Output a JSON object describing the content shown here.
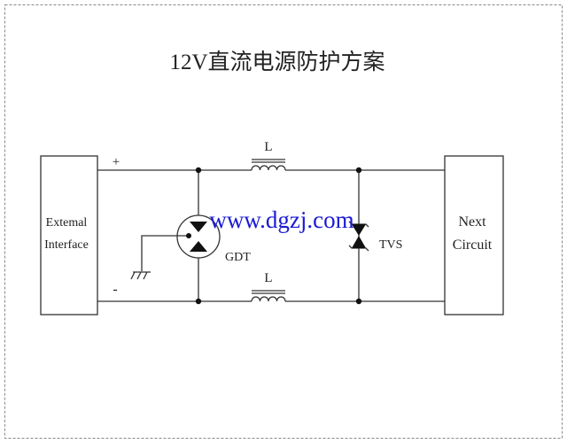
{
  "title": "12V直流电源防护方案",
  "left_box": {
    "line1": "Extemal",
    "line2": "Interface"
  },
  "right_box": {
    "line1": "Next",
    "line2": "Circuit"
  },
  "plus_label": "+",
  "minus_label": "-",
  "inductor_top_label": "L",
  "inductor_bottom_label": "L",
  "gdt_label": "GDT",
  "tvs_label": "TVS",
  "watermark": "www.dgzj.com",
  "colors": {
    "line": "#333333",
    "watermark": "#1a1ad6",
    "border": "#888888"
  }
}
